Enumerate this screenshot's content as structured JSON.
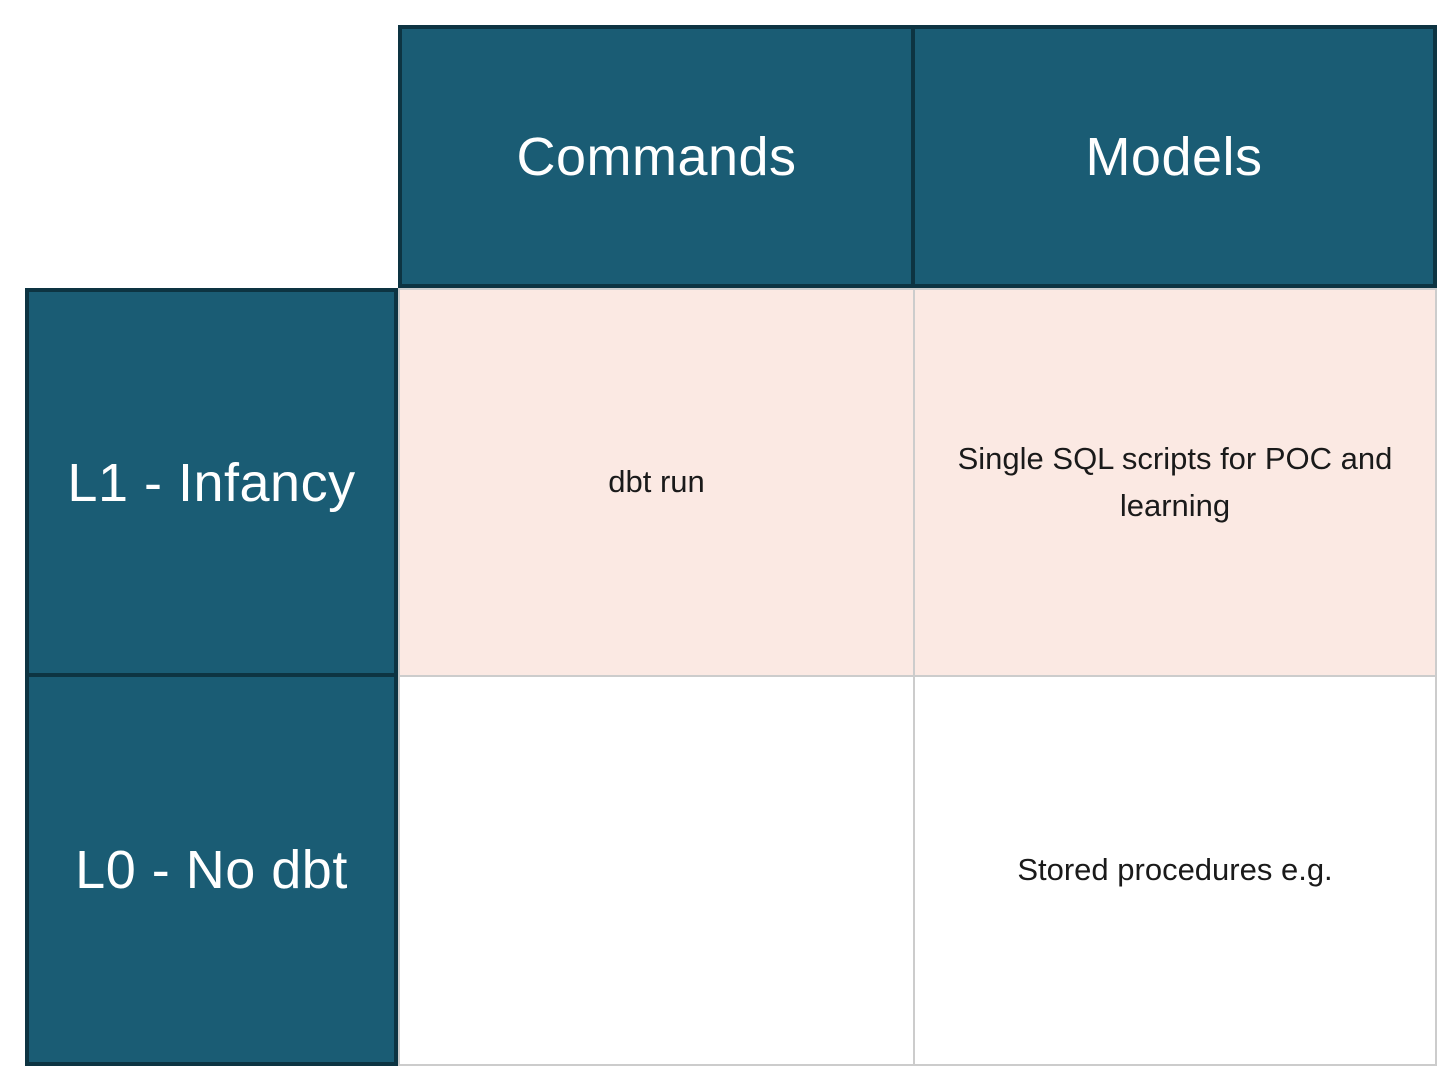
{
  "table": {
    "column_headers": [
      "Commands",
      "Models"
    ],
    "rows": [
      {
        "label": "L1 - Infancy",
        "highlighted": true,
        "cells": [
          "dbt run",
          "Single SQL scripts for POC and learning"
        ]
      },
      {
        "label": "L0 - No dbt",
        "highlighted": false,
        "cells": [
          "",
          "Stored procedures e.g."
        ]
      }
    ]
  },
  "colors": {
    "header_fill": "#1a5c74",
    "header_border": "#0d3442",
    "highlight_row_fill": "#fbe9e3",
    "plain_row_fill": "#ffffff",
    "grid_line": "#cccccc",
    "header_text": "#ffffff",
    "cell_text": "#1a1a1a"
  }
}
